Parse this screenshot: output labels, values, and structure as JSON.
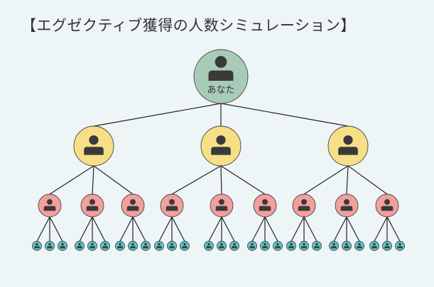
{
  "title": "【エグゼクティブ獲得の人数シミュレーション】",
  "root": {
    "label": "あなた",
    "color": "#a8cbb7",
    "icon": "person-icon"
  },
  "levels": [
    {
      "name": "level-1",
      "count": 3,
      "color": "#f6df86",
      "icon": "person-icon"
    },
    {
      "name": "level-2",
      "count": 9,
      "color": "#f29f9e",
      "icon": "person-icon"
    },
    {
      "name": "level-3",
      "count": 27,
      "color": "#5ec7c9",
      "icon": "person-icon"
    }
  ],
  "colors": {
    "line": "#222222",
    "icon": "#3a3a3a",
    "background": "#eef5f6"
  }
}
